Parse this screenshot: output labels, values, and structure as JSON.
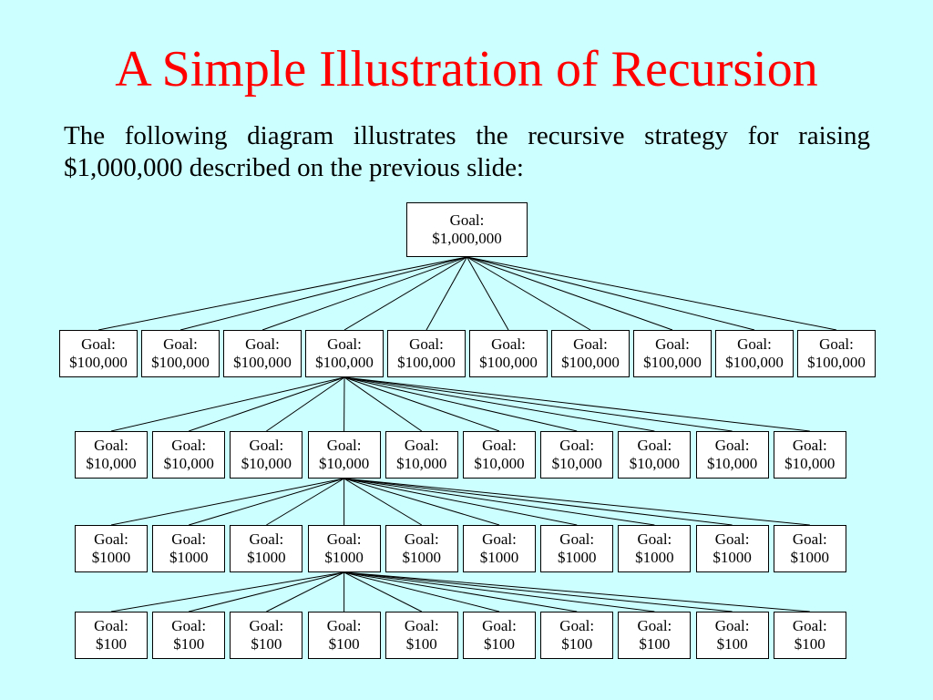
{
  "slide": {
    "title": "A Simple Illustration of Recursion",
    "intro": "The following diagram illustrates the recursive strategy for raising $1,000,000 described on the previous slide:"
  },
  "tree": {
    "label": "Goal:",
    "root": "$1,000,000",
    "levels": [
      [
        "$100,000",
        "$100,000",
        "$100,000",
        "$100,000",
        "$100,000",
        "$100,000",
        "$100,000",
        "$100,000",
        "$100,000",
        "$100,000"
      ],
      [
        "$10,000",
        "$10,000",
        "$10,000",
        "$10,000",
        "$10,000",
        "$10,000",
        "$10,000",
        "$10,000",
        "$10,000",
        "$10,000"
      ],
      [
        "$1000",
        "$1000",
        "$1000",
        "$1000",
        "$1000",
        "$1000",
        "$1000",
        "$1000",
        "$1000",
        "$1000"
      ],
      [
        "$100",
        "$100",
        "$100",
        "$100",
        "$100",
        "$100",
        "$100",
        "$100",
        "$100",
        "$100"
      ]
    ]
  }
}
